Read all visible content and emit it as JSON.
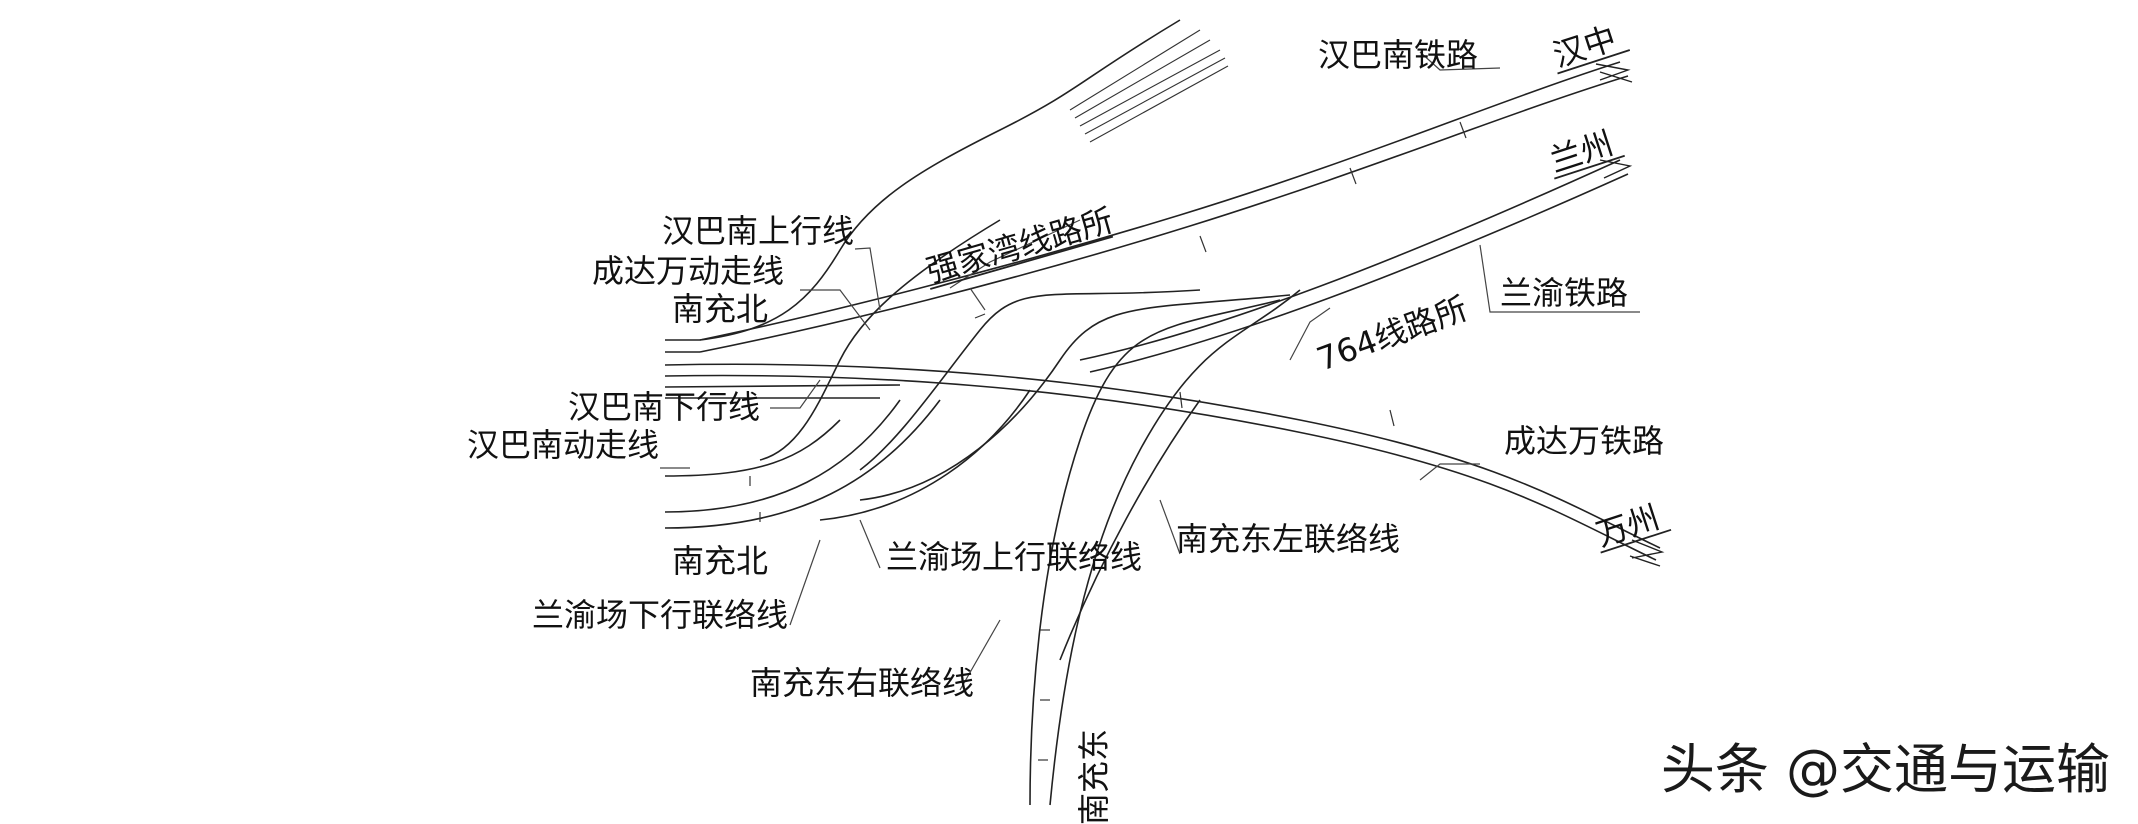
{
  "labels": {
    "hanba_railway": "汉巴南铁路",
    "hanzhong": "汉中",
    "lanzhou": "兰州",
    "lanyu_railway": "兰渝铁路",
    "qiangjiawan": "强家湾线路所",
    "hanba_up": "汉巴南上行线",
    "chengdawan_emu": "成达万动走线",
    "nanchongbei_top": "南充北",
    "xl764": "764线路所",
    "hanba_down": "汉巴南下行线",
    "hanba_emu": "汉巴南动走线",
    "chengdawan_railway": "成达万铁路",
    "wanzhou": "万州",
    "nanchongdong_left": "南充东左联络线",
    "lanyu_up_link": "兰渝场上行联络线",
    "nanchongbei_bottom": "南充北",
    "lanyu_down_link": "兰渝场下行联络线",
    "nanchongdong_right": "南充东右联络线",
    "nanchongdong": "南充东"
  },
  "watermark": "头条 @交通与运输"
}
